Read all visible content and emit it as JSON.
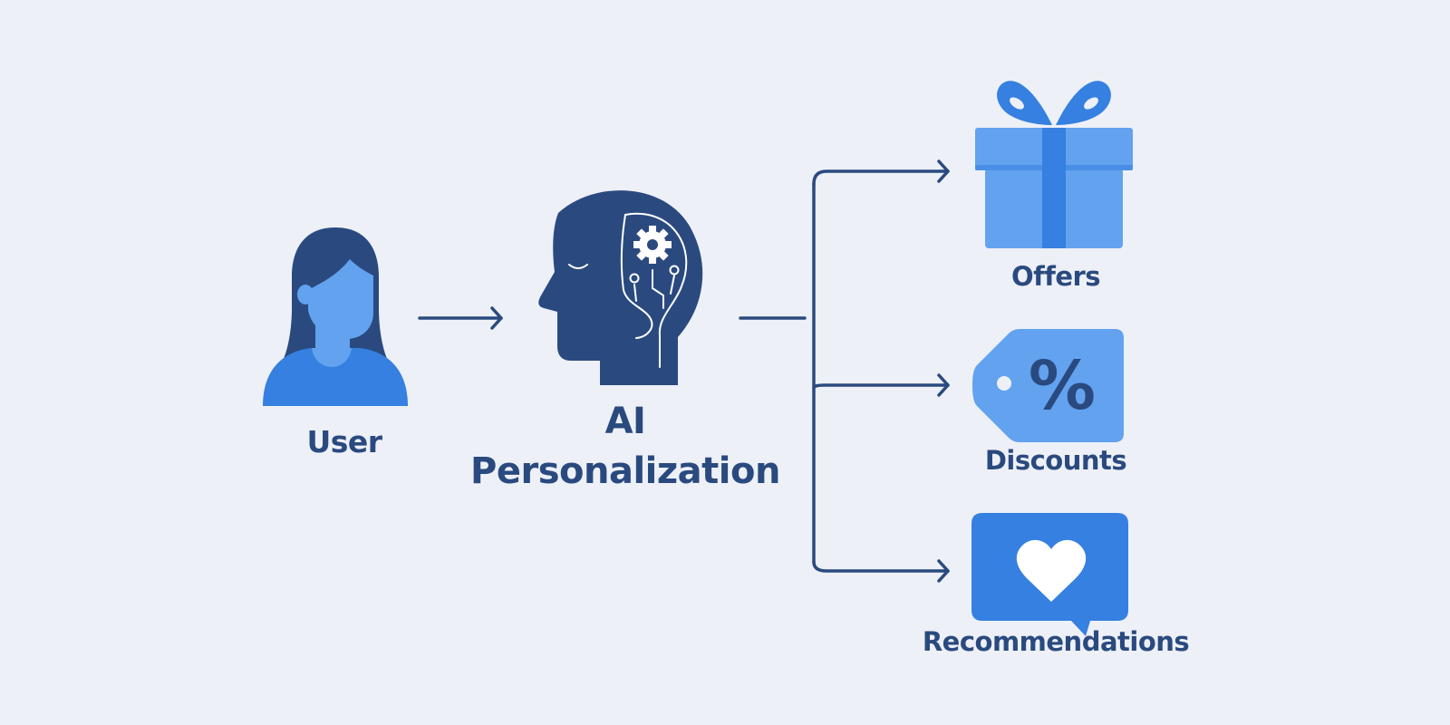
{
  "diagram": {
    "title": "",
    "nodes": {
      "user": {
        "label": "User",
        "icon": "user-avatar-icon"
      },
      "ai": {
        "label_line1": "AI",
        "label_line2": "Personalization",
        "icon": "ai-head-circuit-icon"
      },
      "offers": {
        "label": "Offers",
        "icon": "gift-box-icon"
      },
      "discounts": {
        "label": "Discounts",
        "icon": "percent-tag-icon",
        "glyph": "%"
      },
      "recommendations": {
        "label": "Recommendations",
        "icon": "heart-speech-bubble-icon"
      }
    },
    "edges": [
      {
        "from": "user",
        "to": "ai"
      },
      {
        "from": "ai",
        "to": "offers"
      },
      {
        "from": "ai",
        "to": "discounts"
      },
      {
        "from": "ai",
        "to": "recommendations"
      }
    ]
  },
  "colors": {
    "background": "#edf0f7",
    "navy": "#2a4a7f",
    "blue": "#3580e0",
    "light_blue": "#62a2ef"
  }
}
